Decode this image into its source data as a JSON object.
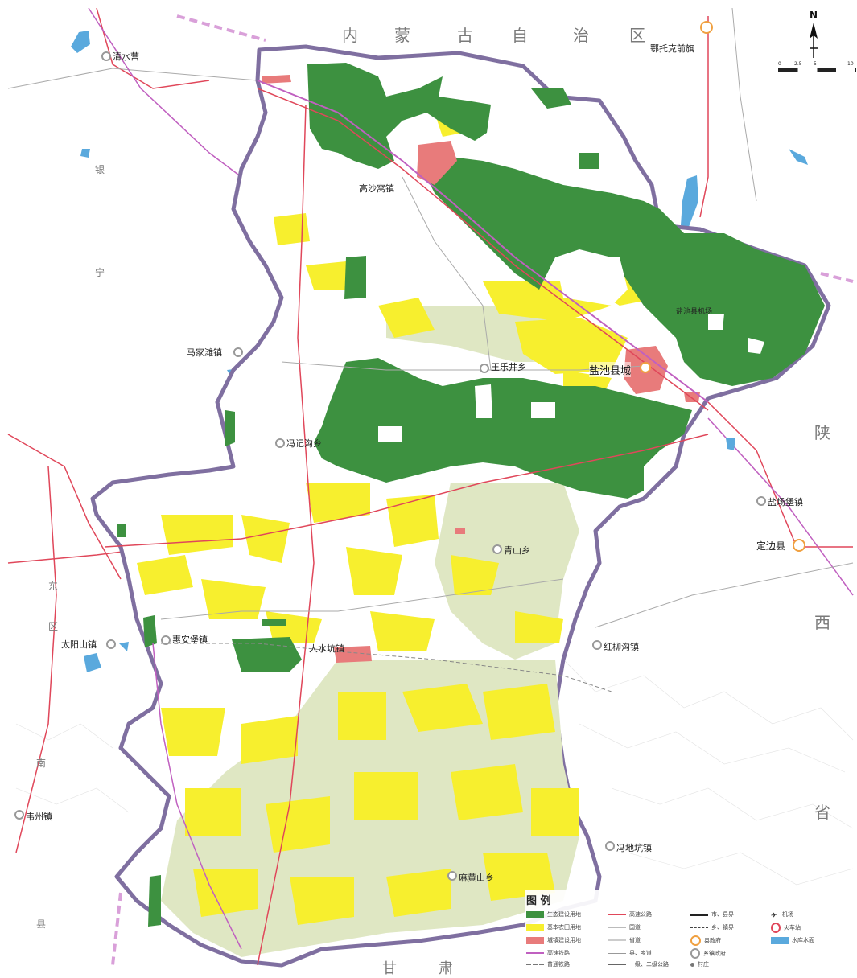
{
  "map": {
    "north_label": "N",
    "scale_ticks": [
      "0",
      "2.5",
      "5",
      "10"
    ],
    "colors": {
      "forest": "#3d9140",
      "farmland": "#f7ef2e",
      "grassland": "#dfe7c3",
      "urban": "#e87b7b",
      "water": "#5aa9dd",
      "boundary": "#8a7aa8",
      "road_national": "#e0475a",
      "railway": "#c060c0"
    },
    "provinces": {
      "inner_mongolia": [
        "内",
        "蒙",
        "古",
        "自",
        "治",
        "区"
      ],
      "shaanxi": [
        "陕",
        "西",
        "省"
      ],
      "gansu": [
        "甘",
        "肃"
      ],
      "ningxia_left": [
        "银",
        "宁",
        "东",
        "区",
        "南",
        "县"
      ]
    },
    "places": {
      "etuokeqianqi": "鄂托克前旗",
      "gaoshawo": "高沙窝镇",
      "majiatan": "马家滩镇",
      "wanglejing": "王乐井乡",
      "yanchi": "盐池县城",
      "fengjizhuang": "冯记沟乡",
      "qingshan": "青山乡",
      "dashuikeng": "大水坑镇",
      "huiandu": "惠安堡镇",
      "taiyangshan": "太阳山镇",
      "hongliugou": "红柳沟镇",
      "dingbian": "定边县",
      "yanchang": "盐场堡镇",
      "fengdikeng": "冯地坑镇",
      "mahuangshan": "麻黄山乡",
      "weizhou": "韦州镇",
      "qingshuiying": "清水营",
      "yanchi_airport": "盐池县机场"
    },
    "legend": {
      "title": "图 例",
      "items": [
        "生态建设用地",
        "基本农田用地",
        "城镇建设用地",
        "高速铁路",
        "普通铁路",
        "高速公路",
        "国道",
        "省道",
        "县、乡道",
        "一级、二级公路",
        "市、县界",
        "乡、镇界",
        "县政府",
        "乡镇政府",
        "村庄",
        "机场",
        "火车站",
        "水库水面"
      ]
    }
  }
}
